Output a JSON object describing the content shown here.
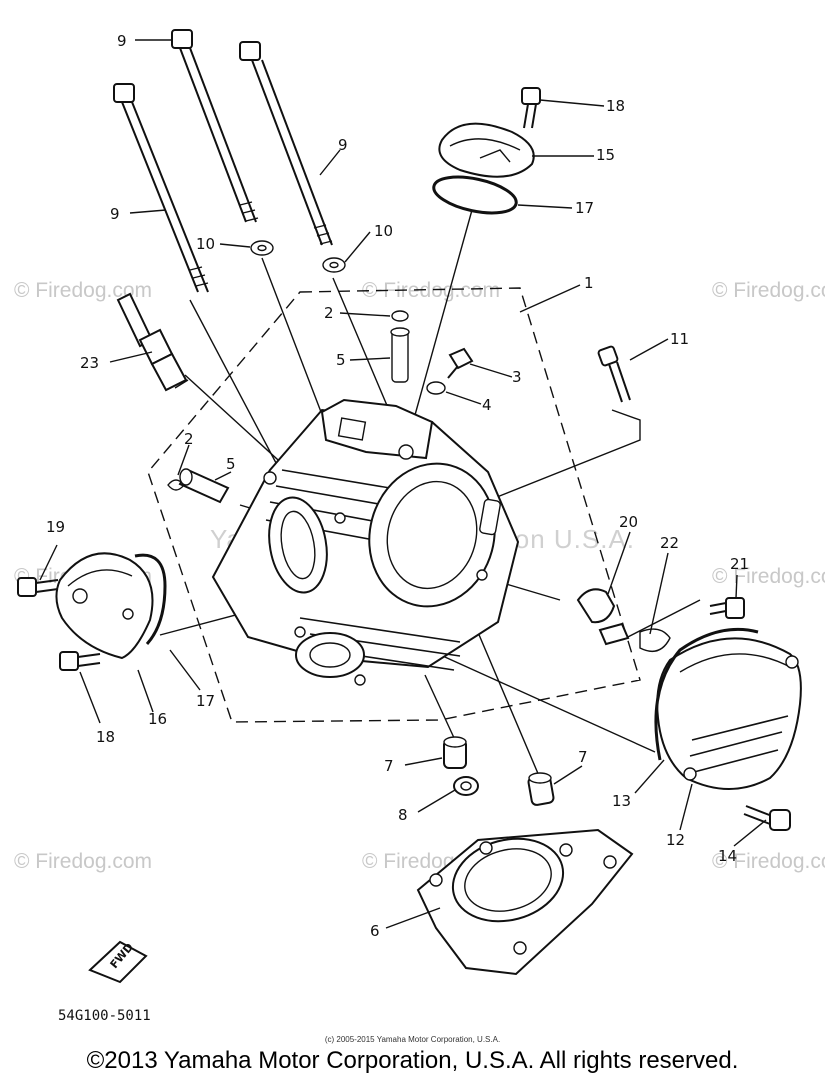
{
  "watermark": {
    "text": "© Firedog.com",
    "center_text": "Yamaha Motor Corporation U.S.A."
  },
  "callouts": {
    "c1": "1",
    "c2a": "2",
    "c2b": "2",
    "c3": "3",
    "c4": "4",
    "c5a": "5",
    "c5b": "5",
    "c6": "6",
    "c7a": "7",
    "c7b": "7",
    "c8": "8",
    "c9a": "9",
    "c9b": "9",
    "c9c": "9",
    "c10a": "10",
    "c10b": "10",
    "c11": "11",
    "c12": "12",
    "c13": "13",
    "c14": "14",
    "c15": "15",
    "c16": "16",
    "c17a": "17",
    "c17b": "17",
    "c18a": "18",
    "c18b": "18",
    "c19": "19",
    "c20": "20",
    "c21": "21",
    "c22": "22",
    "c23": "23"
  },
  "fwd_label": "FWD",
  "part_code": "54G100-5011",
  "footer": {
    "small": "(c) 2005-2015 Yamaha Motor Corporation, U.S.A.",
    "large": "©2013 Yamaha Motor Corporation, U.S.A. All rights reserved."
  }
}
